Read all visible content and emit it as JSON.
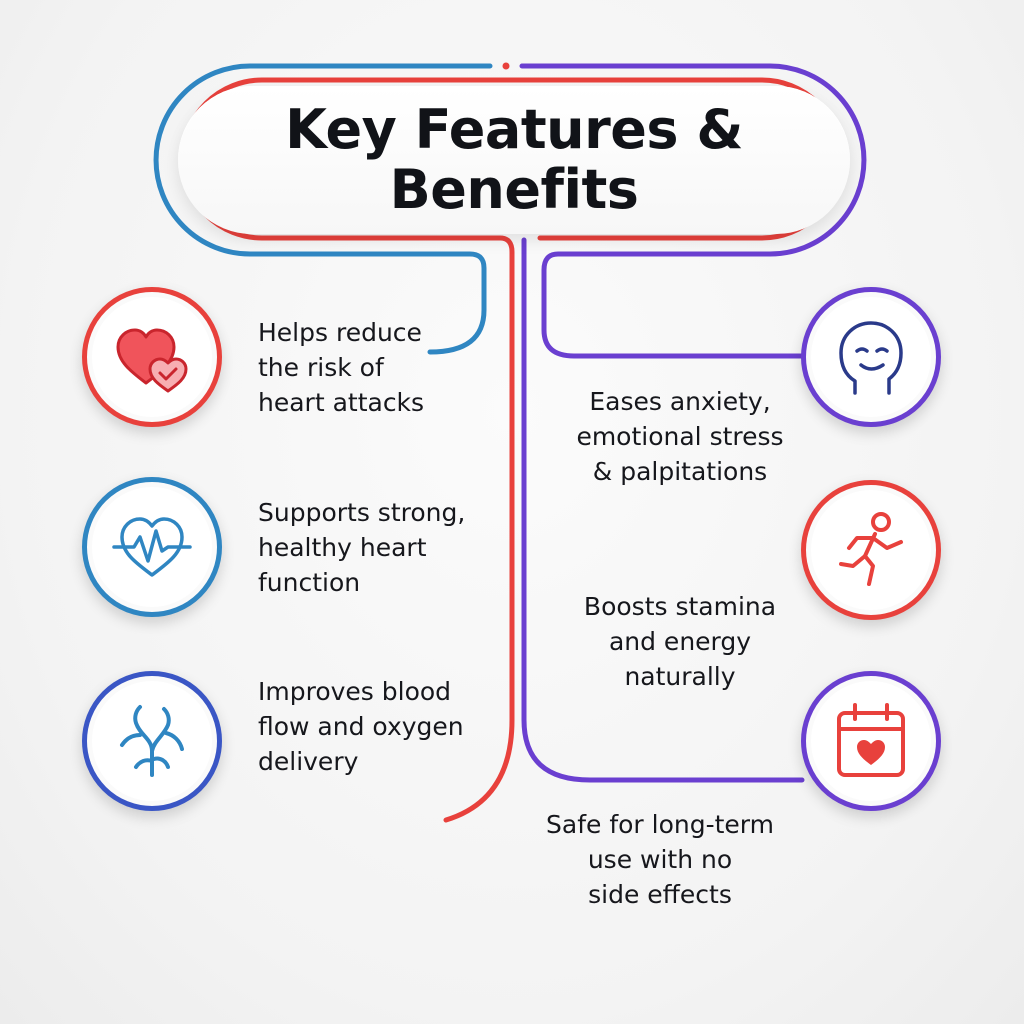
{
  "title": {
    "line1": "Key Features &",
    "line2": "Benefits"
  },
  "colors": {
    "red": "#e8413c",
    "blue": "#2f86c2",
    "deep_blue": "#3a56c5",
    "purple": "#6a3fd0"
  },
  "features_left": [
    {
      "icon": "heart-check-icon",
      "lines": [
        "Helps reduce",
        "the risk of",
        "heart attacks"
      ]
    },
    {
      "icon": "heartbeat-icon",
      "lines": [
        "Supports strong,",
        "healthy heart",
        "function"
      ]
    },
    {
      "icon": "blood-vessel-icon",
      "lines": [
        "Improves blood",
        "flow and oxygen",
        "delivery"
      ]
    }
  ],
  "features_right": [
    {
      "icon": "calm-face-icon",
      "lines": [
        "Eases anxiety,",
        "emotional stress",
        "& palpitations"
      ]
    },
    {
      "icon": "running-person-icon",
      "lines": [
        "Boosts stamina",
        "and energy",
        "naturally"
      ]
    },
    {
      "icon": "calendar-heart-icon",
      "lines": [
        "Safe for long-term",
        "use with no",
        "side effects"
      ]
    }
  ]
}
